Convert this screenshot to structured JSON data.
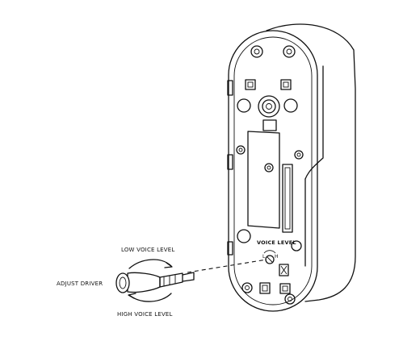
{
  "labels": {
    "low_voice_level": "LOW VOICE LEVEL",
    "high_voice_level": "HIGH VOICE LEVEL",
    "adjust_driver": "ADJUST DRIVER",
    "voice_level": "VOICE LEVEL",
    "low_mark": "L",
    "high_mark": "H"
  },
  "colors": {
    "line": "#111111",
    "background": "#ffffff"
  }
}
